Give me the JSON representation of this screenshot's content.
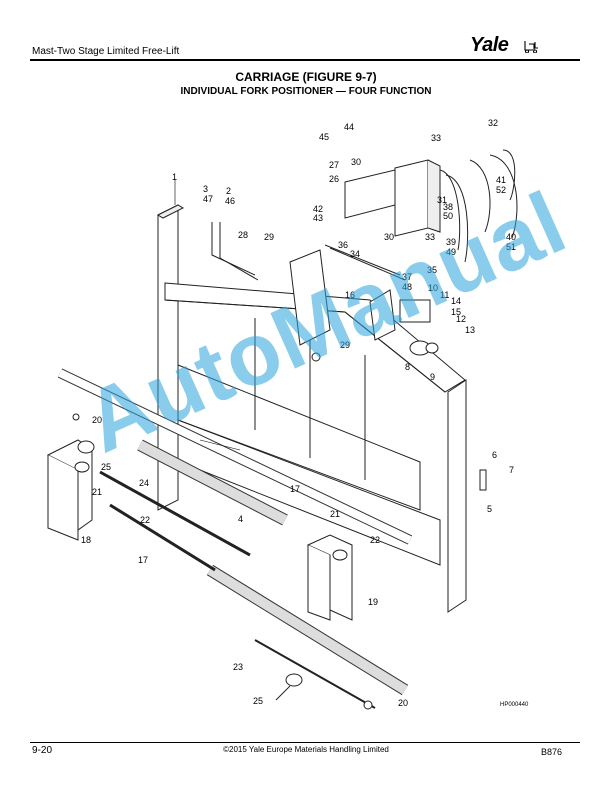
{
  "header": {
    "section": "Mast-Two Stage Limited Free-Lift",
    "brand": "Yale"
  },
  "figure": {
    "title": "CARRIAGE (FIGURE 9-7)",
    "subtitle": "INDIVIDUAL FORK POSITIONER — FOUR FUNCTION",
    "drawing_code": "HP000440",
    "callouts": [
      "1",
      "2",
      "3",
      "4",
      "5",
      "6",
      "7",
      "8",
      "9",
      "10",
      "11",
      "12",
      "13",
      "14",
      "15",
      "16",
      "17",
      "18",
      "19",
      "20",
      "21",
      "22",
      "23",
      "24",
      "25",
      "26",
      "27",
      "28",
      "29",
      "30",
      "31",
      "32",
      "33",
      "34",
      "35",
      "36",
      "37",
      "38",
      "39",
      "40",
      "41",
      "42",
      "43",
      "44",
      "45",
      "46",
      "47",
      "48",
      "49",
      "50",
      "51",
      "52"
    ]
  },
  "footer": {
    "page": "9-20",
    "copyright": "©2015 Yale Europe Materials Handling Limited",
    "doc_number": "B876"
  },
  "watermark": {
    "text": "AutoManual",
    "color": "#2aa3dd"
  }
}
